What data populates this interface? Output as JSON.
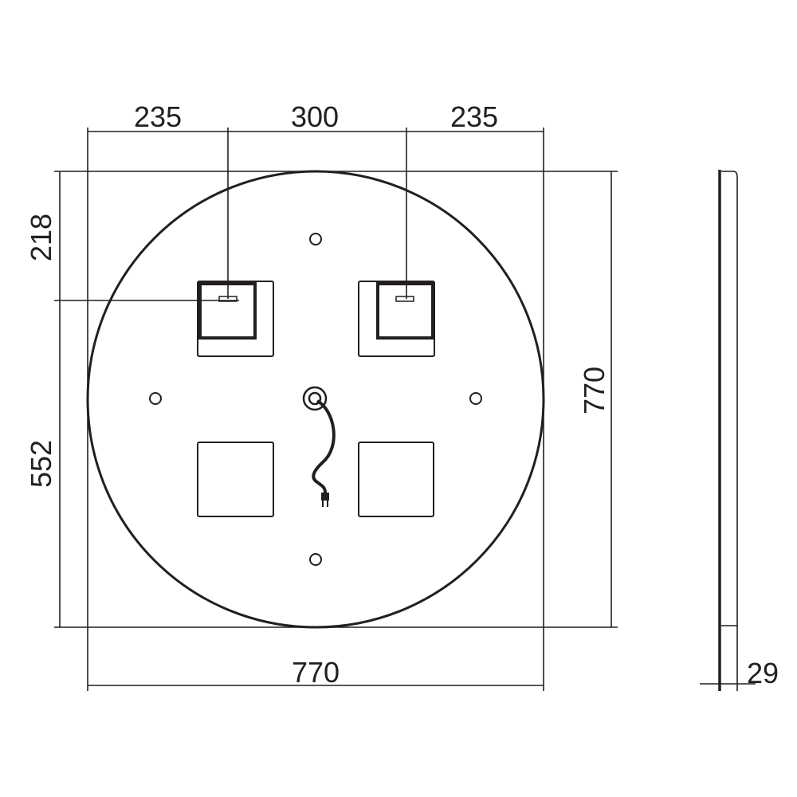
{
  "drawing": {
    "line_color": "#231f20",
    "dimensions": {
      "top_left": "235",
      "top_middle": "300",
      "top_right": "235",
      "left_upper": "218",
      "left_lower": "552",
      "right_height": "770",
      "bottom_width": "770",
      "depth": "29"
    }
  }
}
